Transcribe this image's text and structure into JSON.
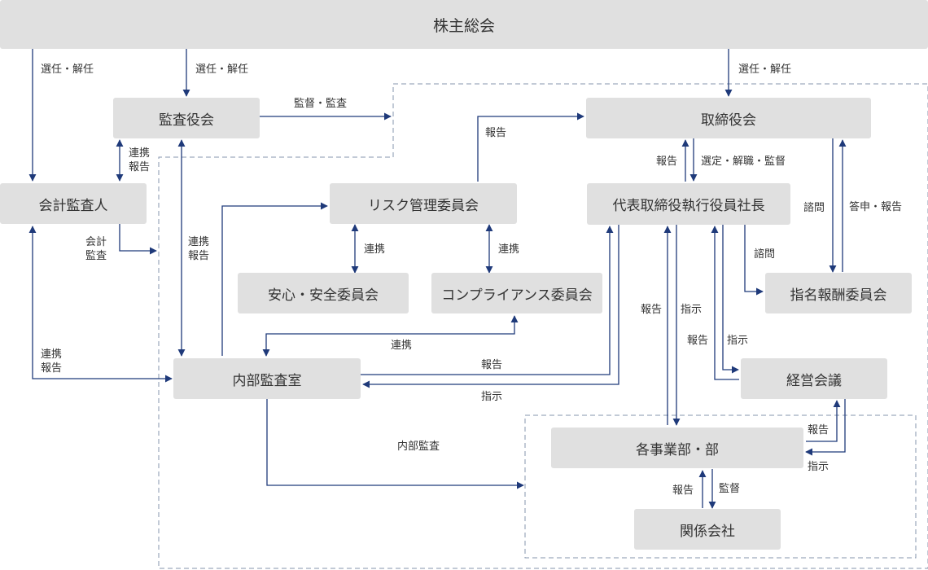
{
  "nodes": {
    "shareholders_meeting": "株主総会",
    "audit_board": "監査役会",
    "accounting_auditor": "会計監査人",
    "board_of_directors": "取締役会",
    "president": "代表取締役執行役員社長",
    "risk_committee": "リスク管理委員会",
    "safety_committee": "安心・安全委員会",
    "compliance_committee": "コンプライアンス委員会",
    "nomination_committee": "指名報酬委員会",
    "internal_audit_office": "内部監査室",
    "management_meeting": "経営会議",
    "business_divisions": "各事業部・部",
    "affiliates": "関係会社"
  },
  "labels": {
    "elect_dismiss_1": "選任・解任",
    "elect_dismiss_2": "選任・解任",
    "elect_dismiss_3": "選任・解任",
    "supervise_audit": "監督・監査",
    "coop_report_1": "連携\n報告",
    "accounting_audit": "会計\n監査",
    "coop_report_2": "連携\n報告",
    "coop_report_3": "連携\n報告",
    "report_risk_board": "報告",
    "report_pres_board": "報告",
    "select_dismiss_supervise": "選定・解職・監督",
    "consult_board": "諮問",
    "reply_report": "答申・報告",
    "consult_pres": "諮問",
    "coop_safety": "連携",
    "coop_compliance": "連携",
    "coop_internal": "連携",
    "report_internal": "報告",
    "instruct_internal": "指示",
    "report_div": "報告",
    "instruct_div": "指示",
    "report_mgmt": "報告",
    "instruct_mgmt": "指示",
    "internal_audit": "内部監査",
    "report_mgmt_div": "報告",
    "instruct_mgmt_div": "指示",
    "report_affiliates": "報告",
    "supervise_affiliates": "監督"
  }
}
